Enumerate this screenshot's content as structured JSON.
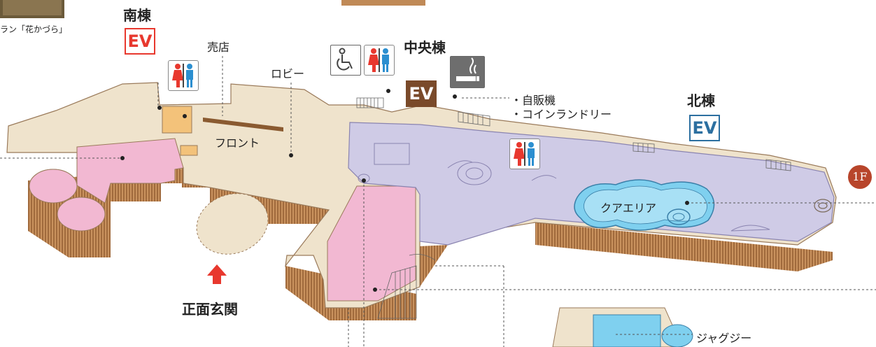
{
  "header": {
    "south_wing": "南棟",
    "central_wing": "中央棟",
    "north_wing": "北棟",
    "ev": "EV"
  },
  "labels": {
    "shop": "売店",
    "lobby": "ロビー",
    "front_desk": "フロント",
    "vending_laundry_1": "・自販機",
    "vending_laundry_2": "・コインランドリー",
    "spa_area": "クアエリア",
    "main_entrance": "正面玄関",
    "jacuzzi": "ジャグジー",
    "restaurant_caption": "ラン「花かづら」"
  },
  "floor": {
    "label": "1F"
  },
  "icons": {
    "restroom": "restroom-icon",
    "wheelchair": "wheelchair-icon",
    "smoking": "smoking-icon",
    "elevator": "elevator-icon",
    "arrow": "arrow-up-icon"
  },
  "colors": {
    "floor_beige": "#efe3cc",
    "wall_brown": "#a8764a",
    "pink_area": "#f2b8d2",
    "lavender_area": "#cfcbe6",
    "pool_blue": "#7fd0ef",
    "ev_red": "#e8382e",
    "ev_blue": "#2c6fa0",
    "ev_brown": "#7a4a2a",
    "arrow_red": "#e8382e",
    "badge": "#b8452b"
  }
}
